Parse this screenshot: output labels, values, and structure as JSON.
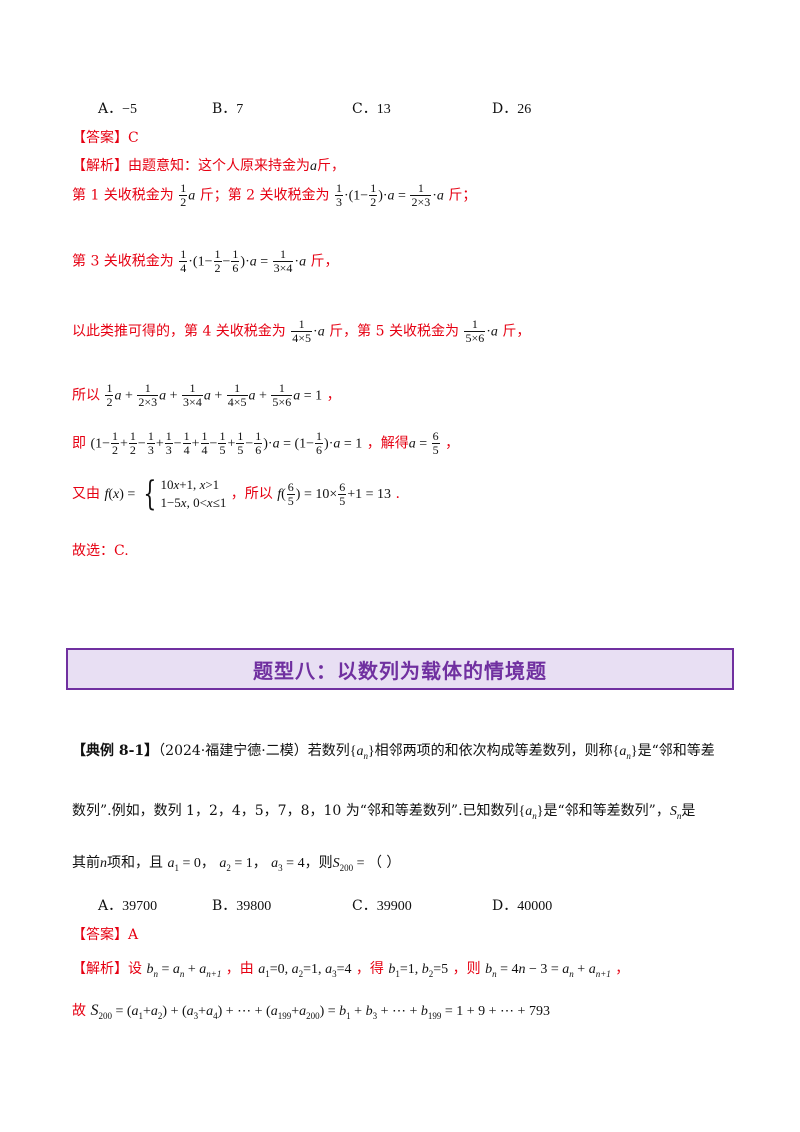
{
  "q_prev": {
    "options": [
      {
        "letter": "A．",
        "value": "−5"
      },
      {
        "letter": "B．",
        "value": "7"
      },
      {
        "letter": "C．",
        "value": "13"
      },
      {
        "letter": "D．",
        "value": "26"
      }
    ],
    "answer_label": "【答案】",
    "answer_value": "C",
    "analysis_label": "【解析】",
    "analysis_intro_a": "由题意知：这个人原来持金为",
    "analysis_intro_b": "斤，",
    "tax1_label": "第 1 关收税金为",
    "tax1_unit": "斤；",
    "tax2_label": "第 2 关收税金为",
    "tax2_unit": "斤；",
    "tax3_label": "第 3 关收税金为",
    "tax3_unit": "斤，",
    "infer_label": "以此类推可得的，第 4 关收税金为",
    "tax4_unit": "斤，",
    "tax5_label": "第 5 关收税金为",
    "tax5_unit": "斤，",
    "so1_label": "所以",
    "so1_end": "，",
    "ie_label": "即",
    "ie_solve": "，解得",
    "ie_end": "，",
    "also_label": "又由",
    "also_so": "，所以",
    "also_end": ".",
    "choose": "故选：C."
  },
  "banner": {
    "title": "题型八：以数列为载体的情境题"
  },
  "q_example": {
    "tag": "【典例 8-1】",
    "source": "（2024·福建宁德·二模）若数列",
    "t1": "相邻两项的和依次构成等差数列，则称",
    "t2": "是“邻和等差",
    "line2_a": "数列”.例如，数列 1，2，4，5，7，8，10 为“邻和等差数列”.已知数列",
    "line2_b": "是“邻和等差数列”，",
    "line2_c": "是",
    "line3_a": "其前",
    "line3_b": "项和，且",
    "line3_c": "，则",
    "line3_d": "（    ）",
    "options": [
      {
        "letter": "A．",
        "value": "39700"
      },
      {
        "letter": "B．",
        "value": "39800"
      },
      {
        "letter": "C．",
        "value": "39900"
      },
      {
        "letter": "D．",
        "value": "40000"
      }
    ],
    "answer_label": "【答案】",
    "answer_value": "A",
    "analysis_label": "【解析】",
    "an_set": "设",
    "an_from": "，由",
    "an_get": "，得",
    "an_then": "，则",
    "an_end": "，",
    "so_label": "故"
  }
}
